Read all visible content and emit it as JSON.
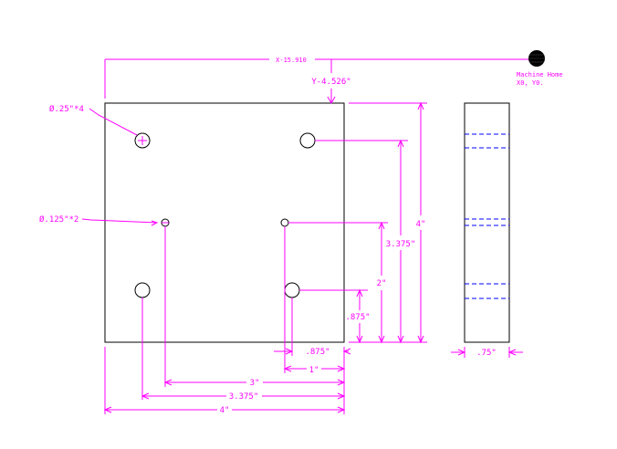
{
  "colors": {
    "part": "#000000",
    "dimension": "#ff00ff",
    "hidden": "#0000ff",
    "background": "#ffffff"
  },
  "labels": {
    "x_offset": "X-15.910",
    "y_offset": "Y-4.526\"",
    "machine_home_line1": "Machine Home",
    "machine_home_line2": "X0, Y0.",
    "large_holes": "Ø.25\"*4",
    "small_holes": "Ø.125\"*2",
    "dim_4_vertical": "4\"",
    "dim_3375_vertical": "3.375\"",
    "dim_2_vertical": "2\"",
    "dim_875_vertical": ".875\"",
    "dim_875_horizontal": ".875\"",
    "dim_1_horizontal": "1\"",
    "dim_3_horizontal": "3\"",
    "dim_3375_horizontal": "3.375\"",
    "dim_4_horizontal": "4\"",
    "dim_thickness": ".75\""
  }
}
